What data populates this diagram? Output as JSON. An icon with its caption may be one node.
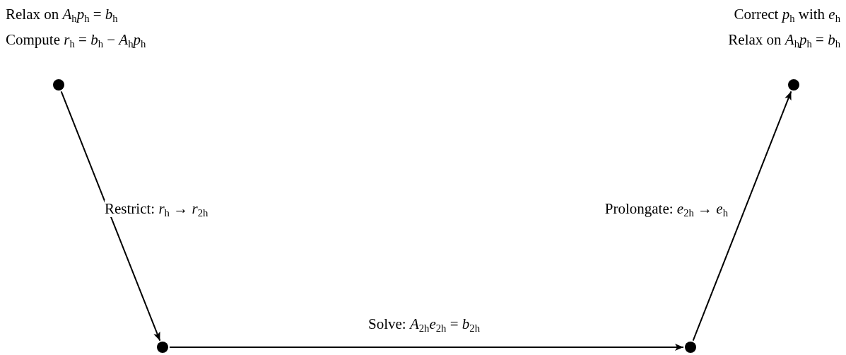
{
  "diagram": {
    "nodes": [
      {
        "text": [],
        "shape": "circle",
        "beside": [
          "Relax on *A*$_{h}$*p*$_{h}$ = *b*$_{h}$",
          "Compute *r*$_{h}$ = *b*$_{h}$ − *A*$_{h}$*p*$_{h}$"
        ]
      },
      {
        "text": [],
        "shape": "circle"
      },
      {
        "text": [],
        "shape": "circle"
      },
      {
        "text": [],
        "shape": "circle",
        "beside": [
          "Correct *p*$_{h}$ with *e*$_{h}$",
          "Relax on *A*$_{h}$*p*$_{h}$ = *b*$_{h}$"
        ]
      }
    ],
    "edges": [
      {
        "from": 0,
        "to": 1,
        "arrow": "to",
        "label": "Restrict: *r*$_{h}$ → *r*$_{2h}$"
      },
      {
        "from": 1,
        "to": 2,
        "arrow": "to",
        "label": "Solve: *A*$_{2h}$*e*$_{2h}$ = *b*$_{2h}$"
      },
      {
        "from": 2,
        "to": 3,
        "arrow": "to",
        "label": "Prolongate: *e*$_{2h}$ → *e*$_{h}$"
      }
    ]
  }
}
